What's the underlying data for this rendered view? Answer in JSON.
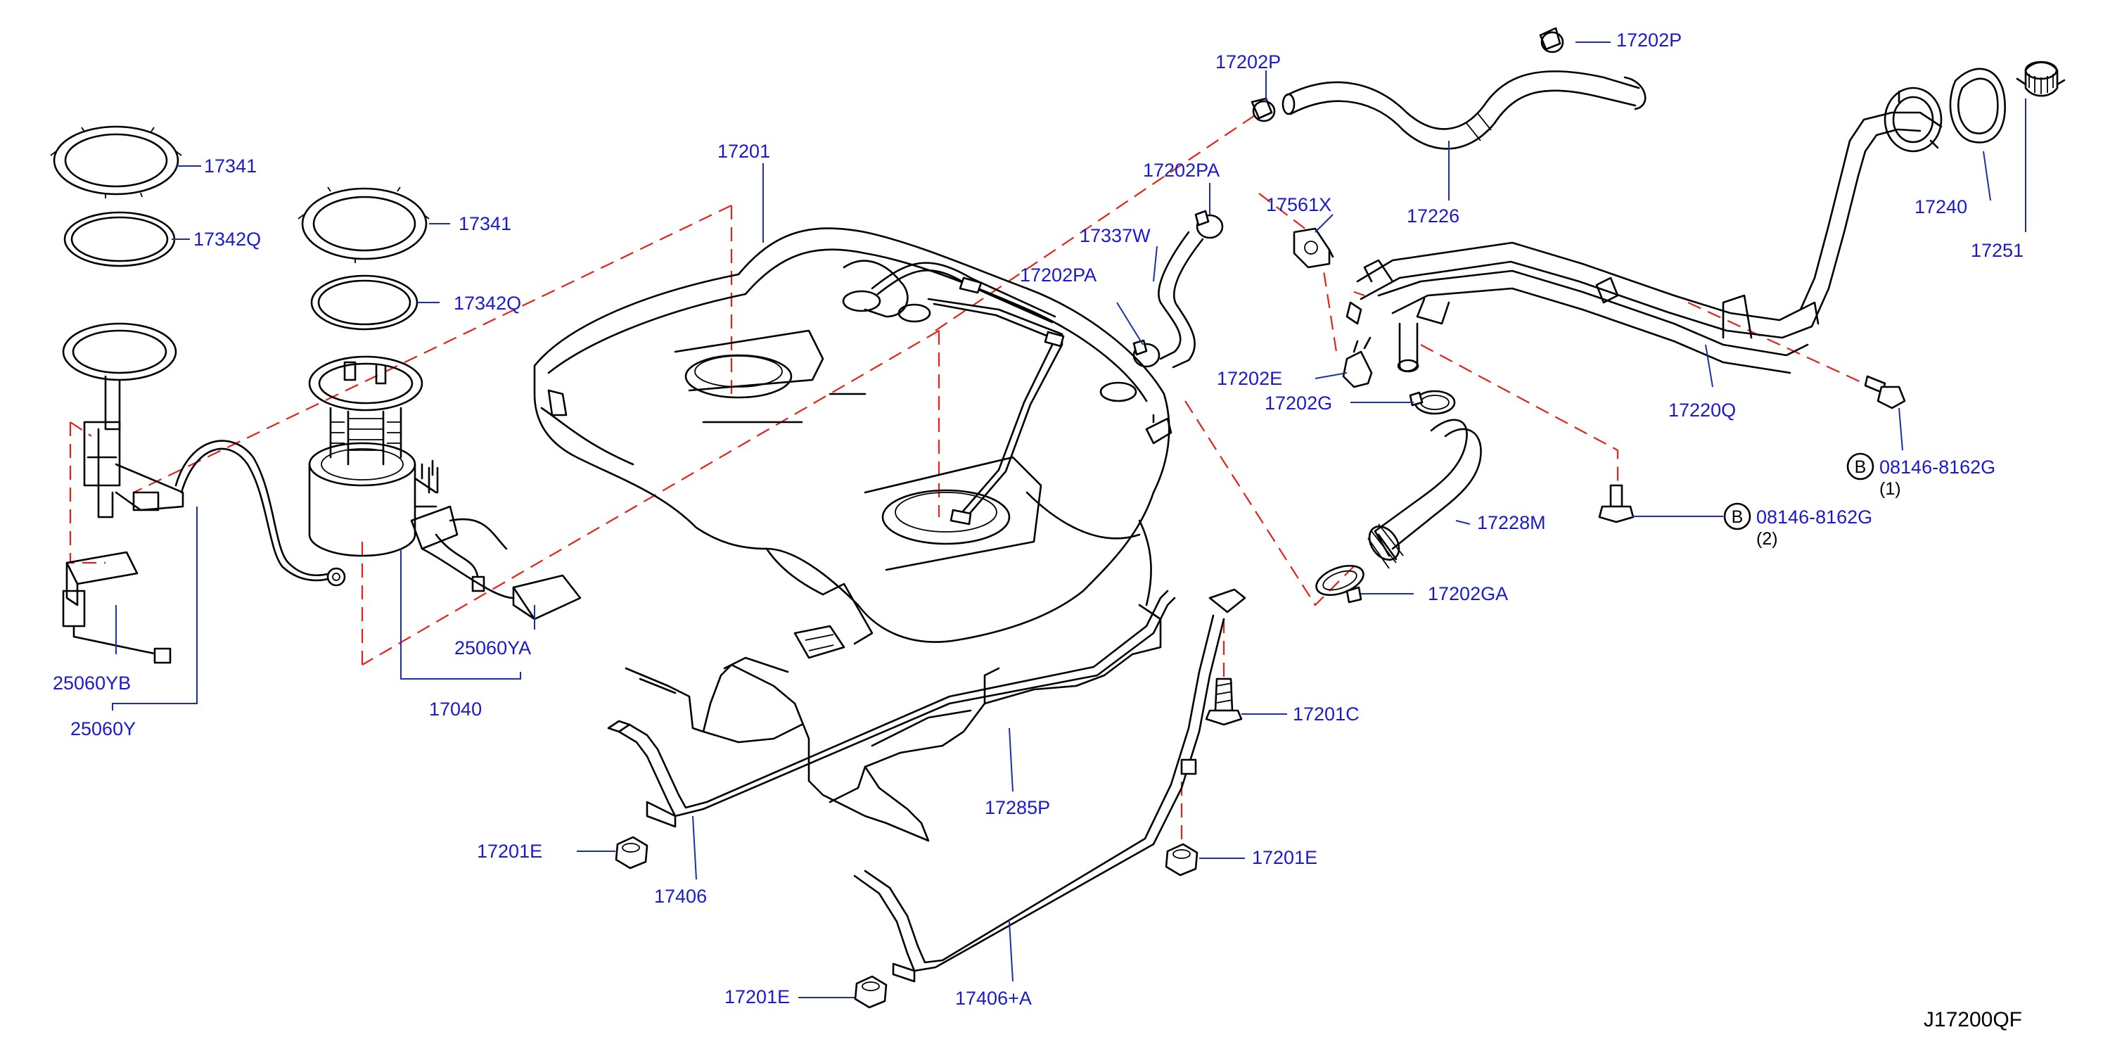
{
  "drawing_code": "J17200QF",
  "bolt_marker": "B",
  "labels": {
    "p17341a": "17341",
    "p17342qa": "17342Q",
    "p17341b": "17341",
    "p17342qb": "17342Q",
    "p17201": "17201",
    "p17202p_top": "17202P",
    "p17202p_left": "17202P",
    "p17202pa_a": "17202PA",
    "p17337w": "17337W",
    "p17202pa_b": "17202PA",
    "p17561x": "17561X",
    "p17226": "17226",
    "p17240": "17240",
    "p17251": "17251",
    "p17202e_upper": "17202E",
    "p17202g": "17202G",
    "p17220q": "17220Q",
    "p08146_1": "08146-8162G",
    "p08146_1_qty": "(1)",
    "p08146_2": "08146-8162G",
    "p08146_2_qty": "(2)",
    "p17228m": "17228M",
    "p17202ga": "17202GA",
    "p25060ya": "25060YA",
    "p25060yb": "25060YB",
    "p25060y": "25060Y",
    "p17040": "17040",
    "p17201c": "17201C",
    "p17285p": "17285P",
    "p17201e_left": "17201E",
    "p17201e_right": "17201E",
    "p17406": "17406",
    "p17201e_bottom": "17201E",
    "p17406a": "17406+A"
  }
}
